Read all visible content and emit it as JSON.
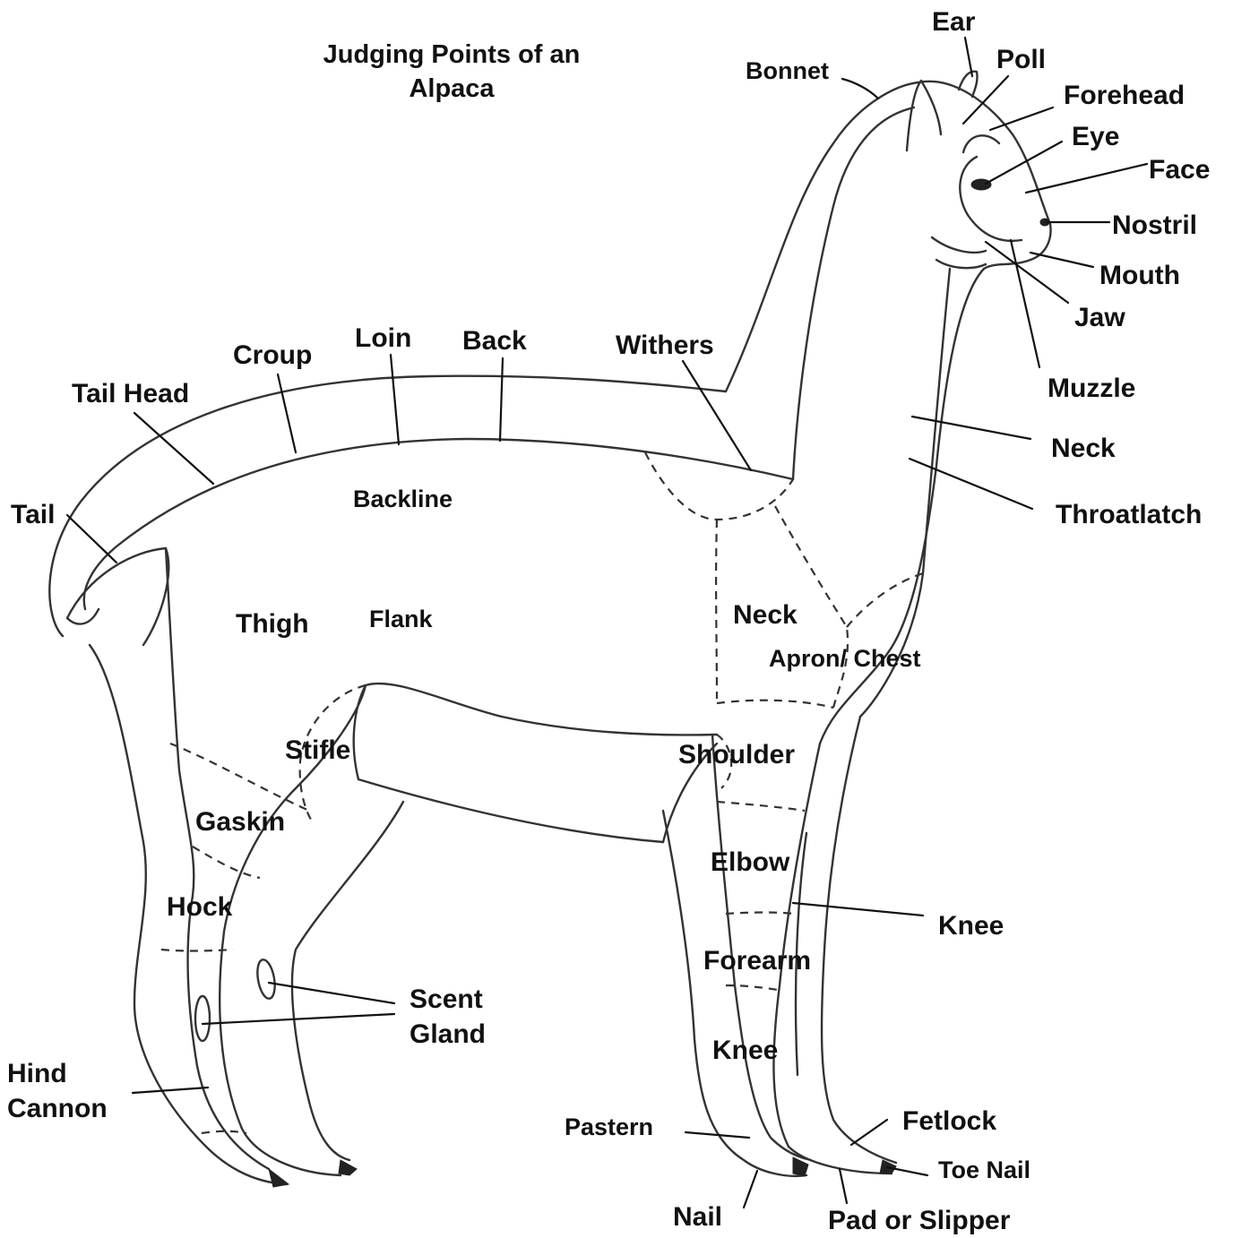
{
  "title": {
    "line1": "Judging Points of an",
    "line2": "Alpaca"
  },
  "labels": {
    "ear": "Ear",
    "poll": "Poll",
    "bonnet": "Bonnet",
    "forehead": "Forehead",
    "eye": "Eye",
    "face": "Face",
    "nostril": "Nostril",
    "mouth": "Mouth",
    "jaw": "Jaw",
    "muzzle": "Muzzle",
    "neck_upper": "Neck",
    "throatlatch": "Throatlatch",
    "withers": "Withers",
    "back": "Back",
    "loin": "Loin",
    "croup": "Croup",
    "tail_head": "Tail Head",
    "tail": "Tail",
    "backline": "Backline",
    "thigh": "Thigh",
    "flank": "Flank",
    "neck_lower": "Neck",
    "apron_chest": "Apron/ Chest",
    "stifle": "Stifle",
    "shoulder": "Shoulder",
    "gaskin": "Gaskin",
    "elbow": "Elbow",
    "hock": "Hock",
    "knee_right": "Knee",
    "forearm": "Forearm",
    "scent_line1": "Scent",
    "scent_line2": "Gland",
    "knee_front": "Knee",
    "hind_line1": "Hind",
    "hind_line2": "Cannon",
    "pastern": "Pastern",
    "fetlock": "Fetlock",
    "toe_nail": "Toe Nail",
    "nail": "Nail",
    "pad": "Pad or Slipper"
  }
}
